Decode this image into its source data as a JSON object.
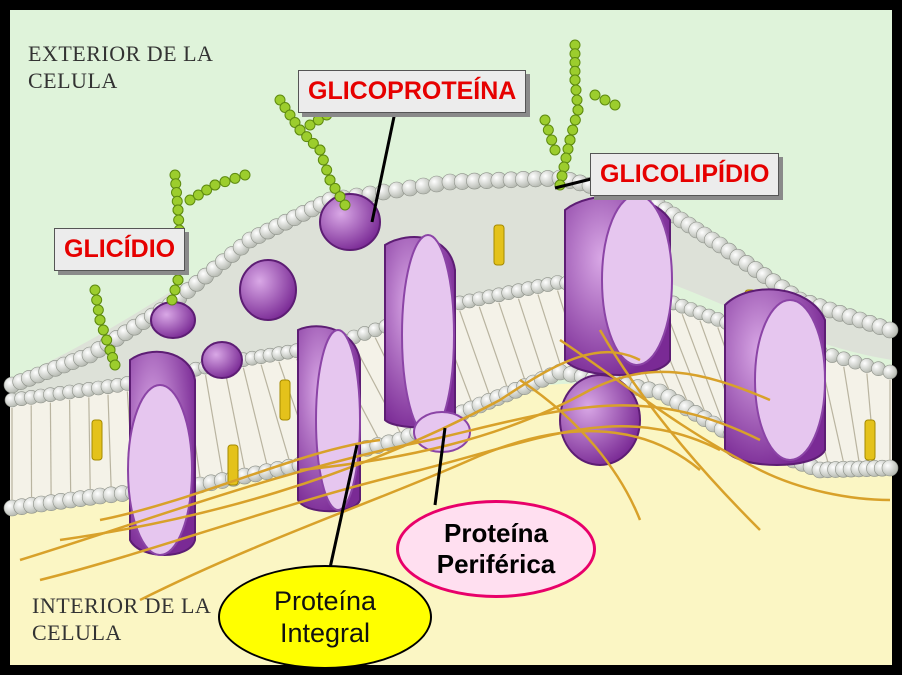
{
  "labels": {
    "exterior": [
      "EXTERIOR DE LA",
      "CELULA"
    ],
    "interior": [
      "INTERIOR DE LA",
      "CELULA"
    ],
    "glicoproteina": "GLICOPROTEÍNA",
    "glicolipidio": "GLICOLIPÍDIO",
    "glicidio": "GLICÍDIO",
    "proteina_integral": [
      "Proteína",
      "Integral"
    ],
    "proteina_periferica": [
      "Proteína",
      "Periférica"
    ]
  },
  "colors": {
    "exterior_bg": "#dff3da",
    "interior_bg": "#fbf6c4",
    "lipid_head": "#e9ece6",
    "protein": "#a34fb8",
    "protein_light": "#e6c6ef",
    "sugar_chain": "#9ccd2d",
    "fiber": "#d8a12a",
    "label_text": "#e60000",
    "integral_fill": "#ffff00",
    "periferica_fill": "#ffdff0",
    "periferica_border": "#e8006a"
  }
}
